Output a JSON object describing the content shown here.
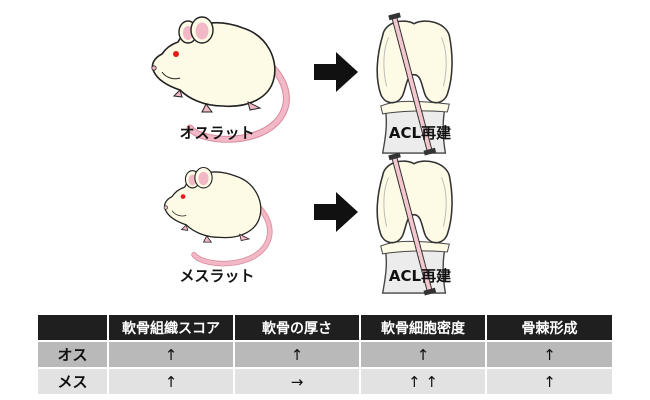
{
  "row1": {
    "animal_label": "オスラット",
    "procedure_label": "ACL再建"
  },
  "row2": {
    "animal_label": "メスラット",
    "procedure_label": "ACL再建"
  },
  "table": {
    "headers": [
      "",
      "軟骨組織スコア",
      "軟骨の厚さ",
      "軟骨細胞密度",
      "骨棘形成"
    ],
    "rows": [
      {
        "label": "オス",
        "cells": [
          "↑",
          "↑",
          "↑",
          "↑"
        ]
      },
      {
        "label": "メス",
        "cells": [
          "↑",
          "→",
          "↑ ↑",
          "↑"
        ]
      }
    ]
  },
  "colors": {
    "rat_body": "#fdfbe6",
    "rat_pink": "#f2b8c6",
    "rat_eye": "#e8181b",
    "table_header": "#1f1f1f"
  }
}
